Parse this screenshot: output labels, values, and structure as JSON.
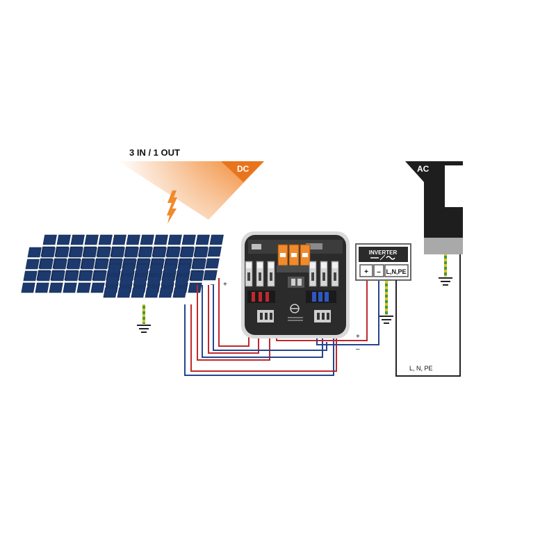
{
  "title": "3 IN / 1 OUT",
  "dc_badge": "DC",
  "ac_badge": "AC",
  "inverter": {
    "label": "INVERTER",
    "terminal_plus": "+",
    "terminal_minus": "–",
    "terminal_ac": "L,N,PE"
  },
  "ac_line_label": "L, N, PE",
  "string_terminal_minus": "–",
  "string_terminal_plus": "+",
  "output_plus": "+",
  "output_minus": "–",
  "colors": {
    "accent_orange": "#f08a2c",
    "panel_blue": "#1d3a6e",
    "wire_red": "#c0282d",
    "wire_blue": "#24458f",
    "earth_green": "#3d9a3d",
    "earth_yellow": "#d9c21f",
    "box_dark": "#2a2a2a"
  },
  "icons": [
    "lightning-icon",
    "ground-icon",
    "solar-array",
    "combiner-box",
    "inverter-symbol",
    "ac-distribution-board"
  ]
}
